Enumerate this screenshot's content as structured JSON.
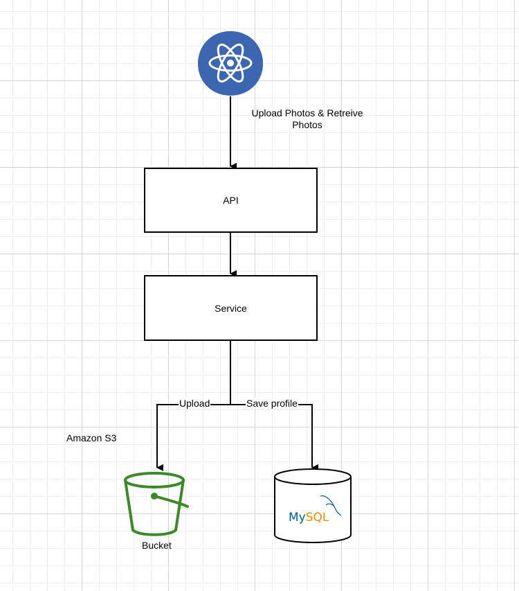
{
  "colors": {
    "client_node": "#3c66b1",
    "bucket": "#3a8a27",
    "mysql_blue": "#00618a",
    "mysql_orange": "#e48e00",
    "line": "#000000"
  },
  "nodes": {
    "client": {
      "icon": "react-atom-icon"
    },
    "api": {
      "label": "API"
    },
    "service": {
      "label": "Service"
    },
    "bucket": {
      "icon": "s3-bucket-icon",
      "label": "Bucket",
      "group_label": "Amazon S3"
    },
    "database": {
      "icon": "mysql-database-icon",
      "logo_text": "MySQL"
    }
  },
  "edges": {
    "client_to_api": {
      "label_line1": "Upload Photos & Retreive",
      "label_line2": "Photos"
    },
    "service_to_bucket": {
      "label": "Upload"
    },
    "service_to_database": {
      "label": "Save profile"
    }
  }
}
